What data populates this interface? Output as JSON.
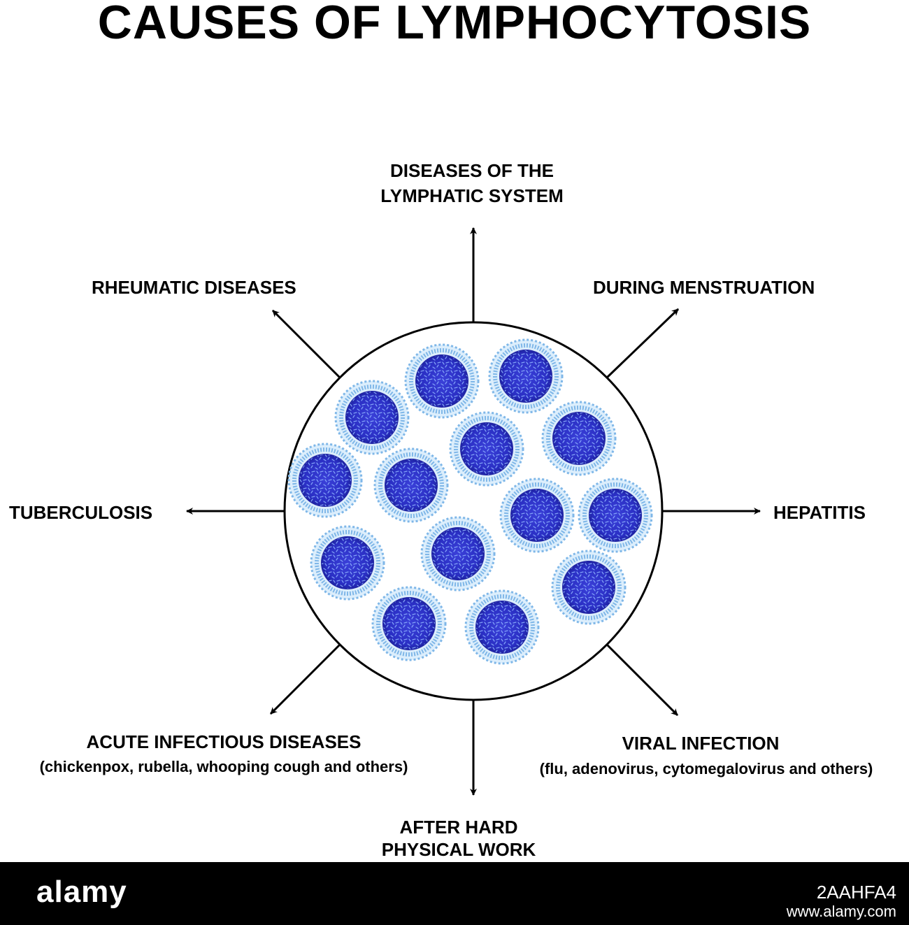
{
  "title": "CAUSES OF LYMPHOCYTOSIS",
  "causes": {
    "lymphatic": {
      "line1": "DISEASES OF THE",
      "line2": "LYMPHATIC SYSTEM"
    },
    "rheumatic": {
      "label": "RHEUMATIC DISEASES"
    },
    "menstruation": {
      "label": "DURING MENSTRUATION"
    },
    "tuberculosis": {
      "label": "TUBERCULOSIS"
    },
    "hepatitis": {
      "label": "HEPATITIS"
    },
    "acute": {
      "label": "ACUTE INFECTIOUS DISEASES",
      "examples": "(chickenpox, rubella, whooping cough and others)"
    },
    "viral": {
      "label": "VIRAL INFECTION",
      "examples": "(flu, adenovirus, cytomegalovirus and others)"
    },
    "physical": {
      "line1": "AFTER HARD",
      "line2": "PHYSICAL WORK"
    }
  },
  "colors": {
    "cell_nucleus": "#2a2fc4",
    "cell_halo": "#7fb7e8",
    "arrow": "#000000"
  },
  "footer": {
    "brand": "alamy",
    "image_id": "2AAHFA4",
    "url": "www.alamy.com"
  }
}
